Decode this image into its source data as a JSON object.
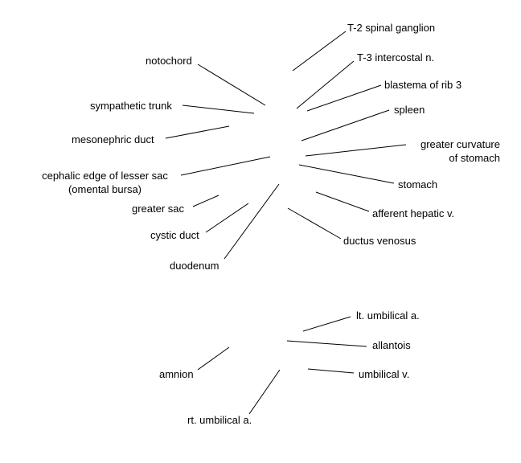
{
  "labels": {
    "t2_spinal_ganglion": "T-2 spinal ganglion",
    "t3_intercostal_n": "T-3 intercostal n.",
    "notochord": "notochord",
    "blastema_rib_3": "blastema of rib 3",
    "sympathetic_trunk": "sympathetic trunk",
    "spleen": "spleen",
    "mesonephric_duct": "mesonephric duct",
    "greater_curvature_line1": "greater curvature",
    "greater_curvature_line2": "of stomach",
    "cephalic_edge_line1": "cephalic edge of lesser sac",
    "cephalic_edge_line2": "(omental bursa)",
    "stomach": "stomach",
    "greater_sac": "greater sac",
    "afferent_hepatic_v": "afferent hepatic v.",
    "cystic_duct": "cystic duct",
    "ductus_venosus": "ductus venosus",
    "duodenum": "duodenum",
    "lt_umbilical_a": "lt. umbilical a.",
    "allantois": "allantois",
    "amnion": "amnion",
    "umbilical_v": "umbilical v.",
    "rt_umbilical_a": "rt. umbilical a."
  }
}
